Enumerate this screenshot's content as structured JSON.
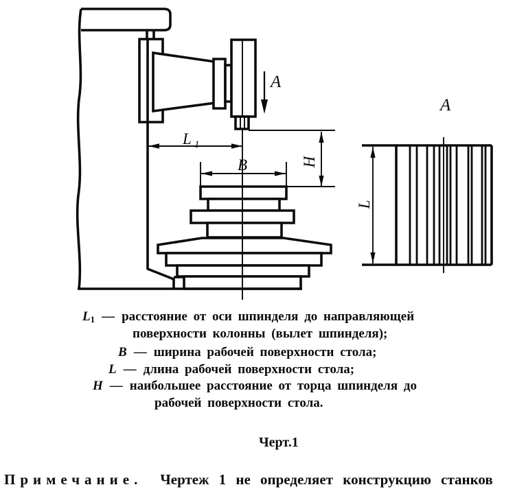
{
  "drawing": {
    "section_arrow_label": "A",
    "view_title": "A",
    "dim_l1": {
      "base": "L",
      "sub": "1"
    },
    "dim_b": "B",
    "dim_h": "H",
    "dim_l": "L"
  },
  "dash": "—",
  "definitions": [
    {
      "var": "L",
      "sub": "1",
      "text": "расстояние от оси шпинделя до направляющей"
    },
    {
      "var": "",
      "sub": "",
      "text": "поверхности колонны (вылет шпинделя);"
    },
    {
      "var": "B",
      "sub": "",
      "text": "ширина рабочей поверхности стола;"
    },
    {
      "var": "L",
      "sub": "",
      "text": "длина рабочей поверхности стола;"
    },
    {
      "var": "H",
      "sub": "",
      "text": "наибольшее расстояние от торца шпинделя до"
    },
    {
      "var": "",
      "sub": "",
      "text": "рабочей поверхности стола."
    }
  ],
  "caption": "Черт.1",
  "note": {
    "label": "Примечание.",
    "text": "Чертеж 1 не определяет конструкцию станков"
  },
  "colors": {
    "ink": "#0b0b0b",
    "paper": "#ffffff"
  }
}
